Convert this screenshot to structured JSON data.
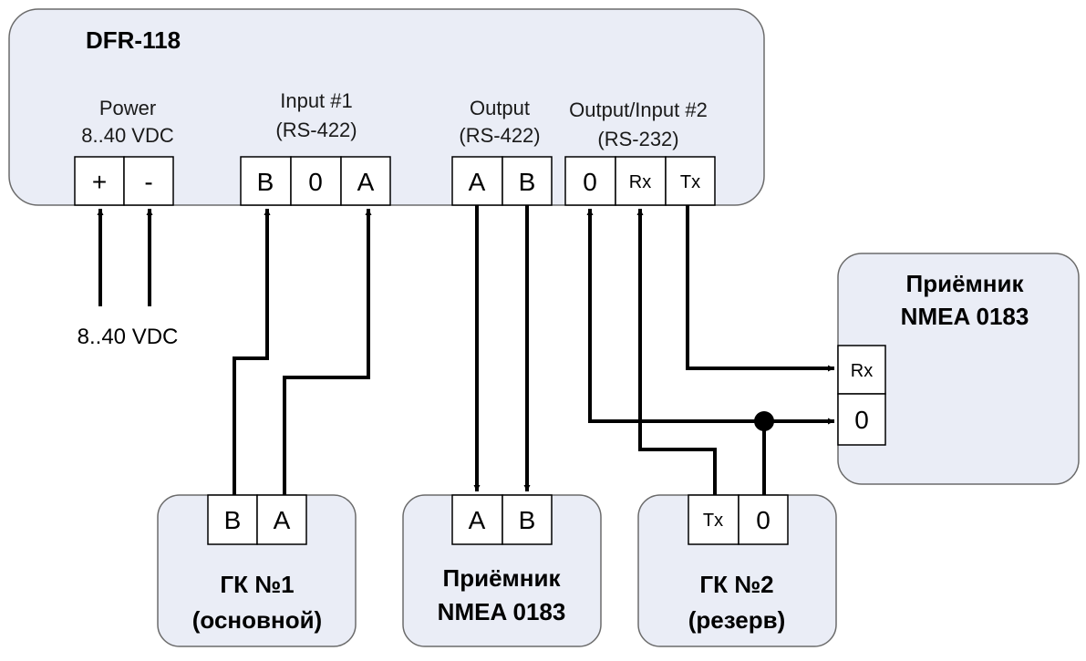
{
  "device": {
    "title": "DFR-118",
    "power": {
      "line1": "Power",
      "line2": "8..40 VDC",
      "terms": [
        "+",
        "-"
      ]
    },
    "input1": {
      "line1": "Input #1",
      "line2": "(RS-422)",
      "terms": [
        "B",
        "0",
        "A"
      ]
    },
    "output": {
      "line1": "Output",
      "line2": "(RS-422)",
      "terms": [
        "A",
        "B"
      ]
    },
    "output_input2": {
      "line1": "Output/Input #2",
      "line2": "(RS-232)",
      "terms": [
        "0",
        "Rx",
        "Tx"
      ]
    }
  },
  "power_supply_label": "8..40 VDC",
  "receiver_right": {
    "line1": "Приёмник",
    "line2": "NMEA 0183",
    "terms": [
      "Rx",
      "0"
    ]
  },
  "gk1": {
    "line1": "ГК №1",
    "line2": "(основной)",
    "terms": [
      "B",
      "A"
    ]
  },
  "receiver_bottom": {
    "line1": "Приёмник",
    "line2": "NMEA 0183",
    "terms": [
      "A",
      "B"
    ]
  },
  "gk2": {
    "line1": "ГК №2",
    "line2": "(резерв)",
    "terms": [
      "Tx",
      "0"
    ]
  },
  "colors": {
    "box_fill": "#eaedf6",
    "box_stroke": "#6b6b6b",
    "wire": "#000000"
  }
}
